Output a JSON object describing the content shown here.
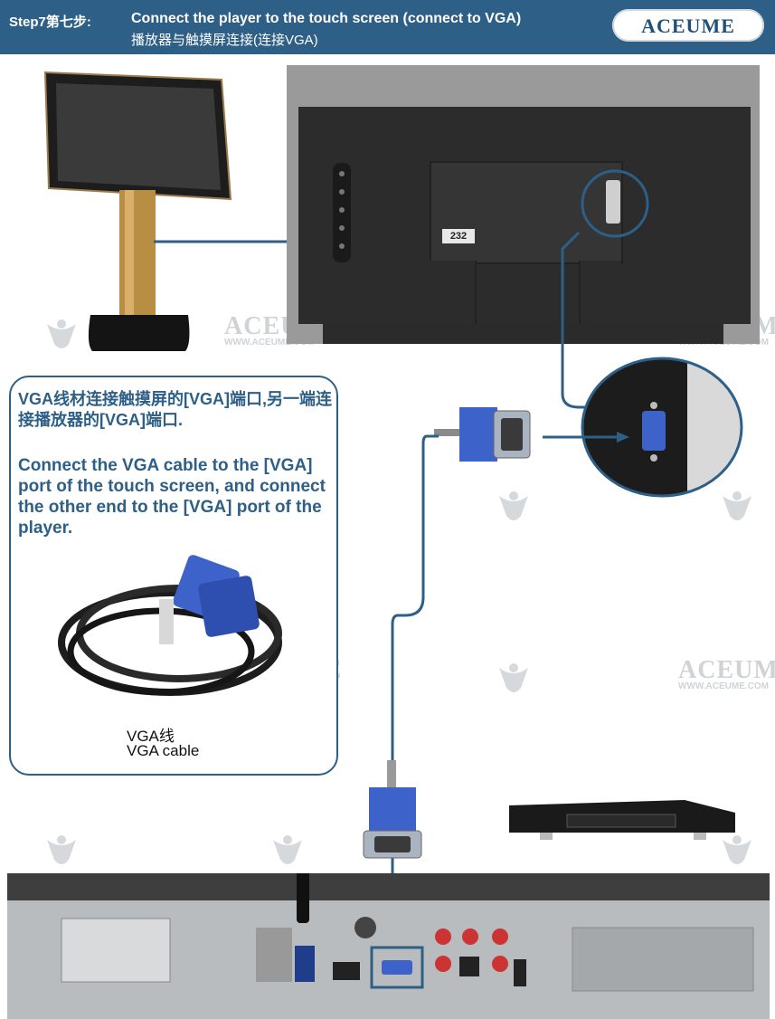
{
  "header": {
    "step_label": "Step7第七步:",
    "title_en": "Connect the player to the touch screen (connect to VGA)",
    "title_cn": "播放器与触摸屏连接(连接VGA)",
    "brand": "ACEUME"
  },
  "watermark": {
    "brand": "ACEUME",
    "url": "WWW.ACEUME.COM"
  },
  "panel": {
    "label_232": "232"
  },
  "instructions": {
    "cn": "VGA线材连接触摸屏的[VGA]端口,另一端连接播放器的[VGA]端口.",
    "en": "Connect the VGA cable to the [VGA] port of the touch screen, and connect the other end to the [VGA] port of the player."
  },
  "cable": {
    "label_cn": "VGA线",
    "label_en": "VGA cable"
  },
  "colors": {
    "header_bg": "#2d5f87",
    "accent": "#2d5f87",
    "vga_blue": "#3d62c9"
  }
}
